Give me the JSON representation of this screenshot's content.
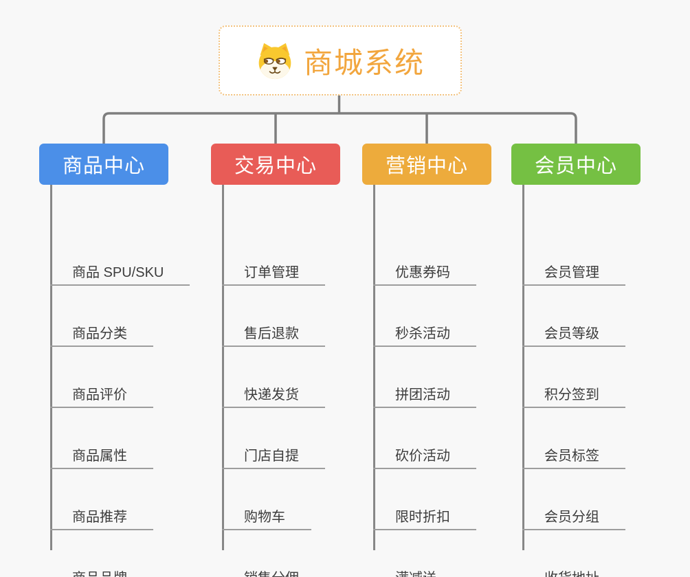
{
  "root": {
    "title": "商城系统",
    "icon": "doge-icon"
  },
  "branches": [
    {
      "slug": "product-center",
      "label": "商品中心",
      "color": "#4b8fe8",
      "children": [
        "商品 SPU/SKU",
        "商品分类",
        "商品评价",
        "商品属性",
        "商品推荐",
        "商品品牌"
      ]
    },
    {
      "slug": "trade-center",
      "label": "交易中心",
      "color": "#e85c57",
      "children": [
        "订单管理",
        "售后退款",
        "快递发货",
        "门店自提",
        "购物车",
        "销售分佣"
      ]
    },
    {
      "slug": "marketing-center",
      "label": "营销中心",
      "color": "#edab3c",
      "children": [
        "优惠券码",
        "秒杀活动",
        "拼团活动",
        "砍价活动",
        "限时折扣",
        "满减送"
      ]
    },
    {
      "slug": "member-center",
      "label": "会员中心",
      "color": "#75c043",
      "children": [
        "会员管理",
        "会员等级",
        "积分签到",
        "会员标签",
        "会员分组",
        "收货地址"
      ]
    }
  ],
  "colors": {
    "bg": "#f8f8f8",
    "connector": "#7e7e7e",
    "stem": "#878787",
    "underline": "#9d9d9d",
    "leaf_text": "#3c3c3c",
    "root_accent": "#f2a63e",
    "root_border": "#f3c27e"
  }
}
